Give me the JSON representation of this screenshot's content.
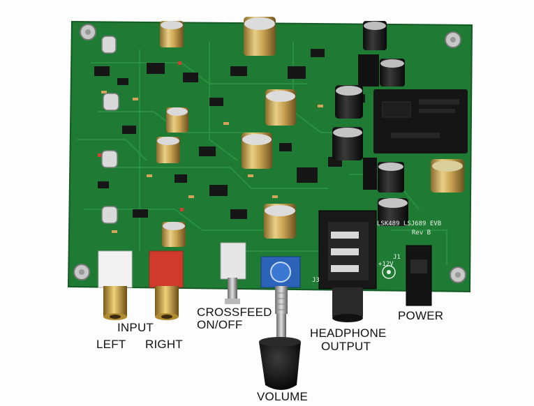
{
  "photo": {
    "pcb_color": "#1f7a34",
    "silkscreen_color": "#e9f3ea",
    "board_silkscreen": {
      "model": "LSK489 LSJ689 EVB",
      "revision": "Rev B",
      "plus_12v": "+12V",
      "ref_j1": "J1",
      "ref_j3": "J3"
    },
    "labels": {
      "input": "INPUT",
      "left": "LEFT",
      "right": "RIGHT",
      "crossfeed_line1": "CROSSFEED",
      "crossfeed_line2": "ON/OFF",
      "headphone_line1": "HEADPHONE",
      "headphone_line2": "OUTPUT",
      "power": "POWER",
      "volume": "VOLUME"
    }
  }
}
